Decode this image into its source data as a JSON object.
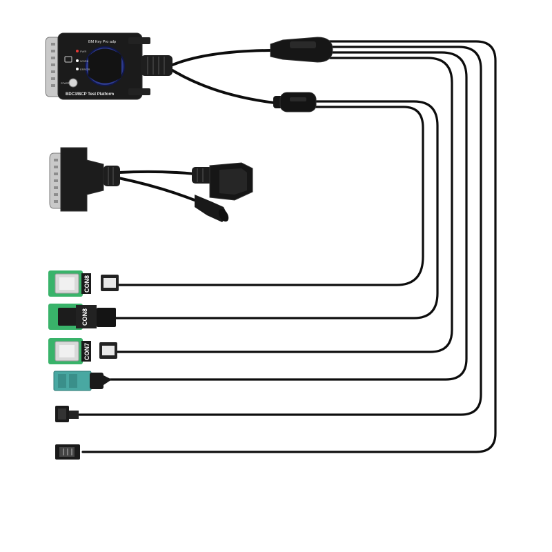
{
  "module": {
    "top_label": "BM Key Pro adp",
    "bottom_label": "BDC3/BCP Test Platform",
    "start_label": "START",
    "led_labels": [
      "PWR",
      "WORK",
      "ERROR"
    ]
  },
  "connectors": {
    "con_8_top": "CON8",
    "con_8_mid": "CON8",
    "con_7": "CON7"
  },
  "colors": {
    "cable": "#0d0d0d",
    "module_body": "#1b1b1b",
    "pcb_green": "#39b36a",
    "teal_housing": "#49a8a2",
    "blue_disc": "#2d3a8c"
  }
}
